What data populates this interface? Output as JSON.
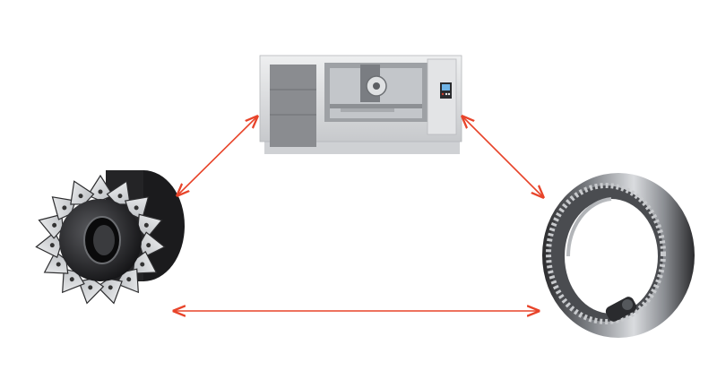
{
  "diagram": {
    "nodes": [
      {
        "id": "machine",
        "icon": "machine-tool-icon"
      },
      {
        "id": "cutter",
        "icon": "milling-cutter-icon"
      },
      {
        "id": "ring-gear",
        "icon": "internal-ring-gear-icon"
      }
    ],
    "edges": [
      {
        "from": "cutter",
        "to": "machine",
        "bidirectional": true
      },
      {
        "from": "machine",
        "to": "ring-gear",
        "bidirectional": true
      },
      {
        "from": "cutter",
        "to": "ring-gear",
        "bidirectional": true
      }
    ],
    "colors": {
      "arrow": "#e8442a",
      "machine_body": "#d9dadc",
      "metal_dark": "#1e1e20",
      "metal_light": "#c9ccd0"
    }
  }
}
